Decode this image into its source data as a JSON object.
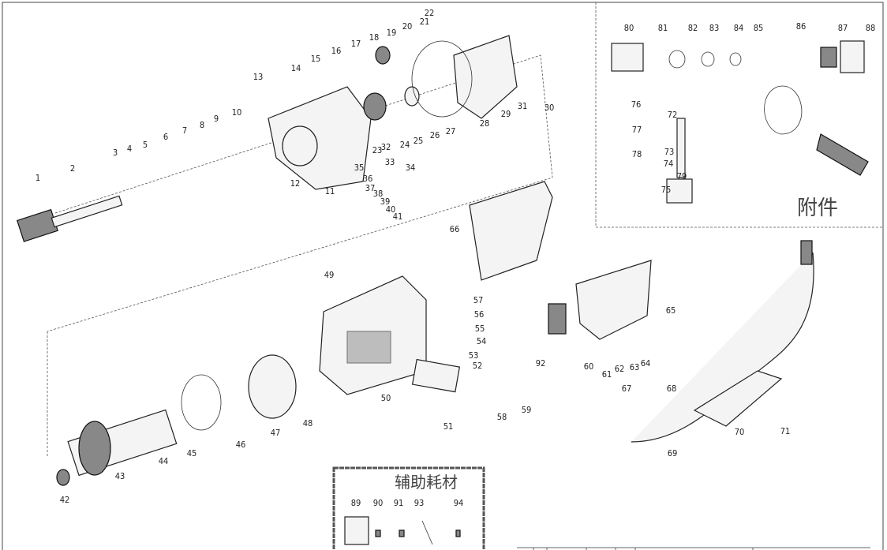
{
  "diagram": {
    "accessories_title": "附件",
    "consumables_title": "辅助耗材",
    "part_numbers": [
      "1",
      "2",
      "3",
      "4",
      "5",
      "6",
      "7",
      "8",
      "9",
      "10",
      "11",
      "12",
      "13",
      "14",
      "15",
      "16",
      "17",
      "18",
      "19",
      "20",
      "21",
      "22",
      "23",
      "24",
      "25",
      "26",
      "27",
      "28",
      "29",
      "30",
      "31",
      "32",
      "33",
      "34",
      "35",
      "36",
      "37",
      "38",
      "39",
      "40",
      "41",
      "42",
      "43",
      "44",
      "45",
      "46",
      "47",
      "48",
      "49",
      "50",
      "51",
      "52",
      "53",
      "54",
      "55",
      "56",
      "57",
      "58",
      "59",
      "60",
      "61",
      "62",
      "63",
      "64",
      "65",
      "66",
      "67",
      "68",
      "69",
      "70",
      "71",
      "72",
      "73",
      "74",
      "75",
      "76",
      "77",
      "78",
      "79",
      "80",
      "81",
      "82",
      "83",
      "84",
      "85",
      "86",
      "87",
      "88",
      "89",
      "90",
      "91",
      "92",
      "93",
      "94"
    ]
  }
}
